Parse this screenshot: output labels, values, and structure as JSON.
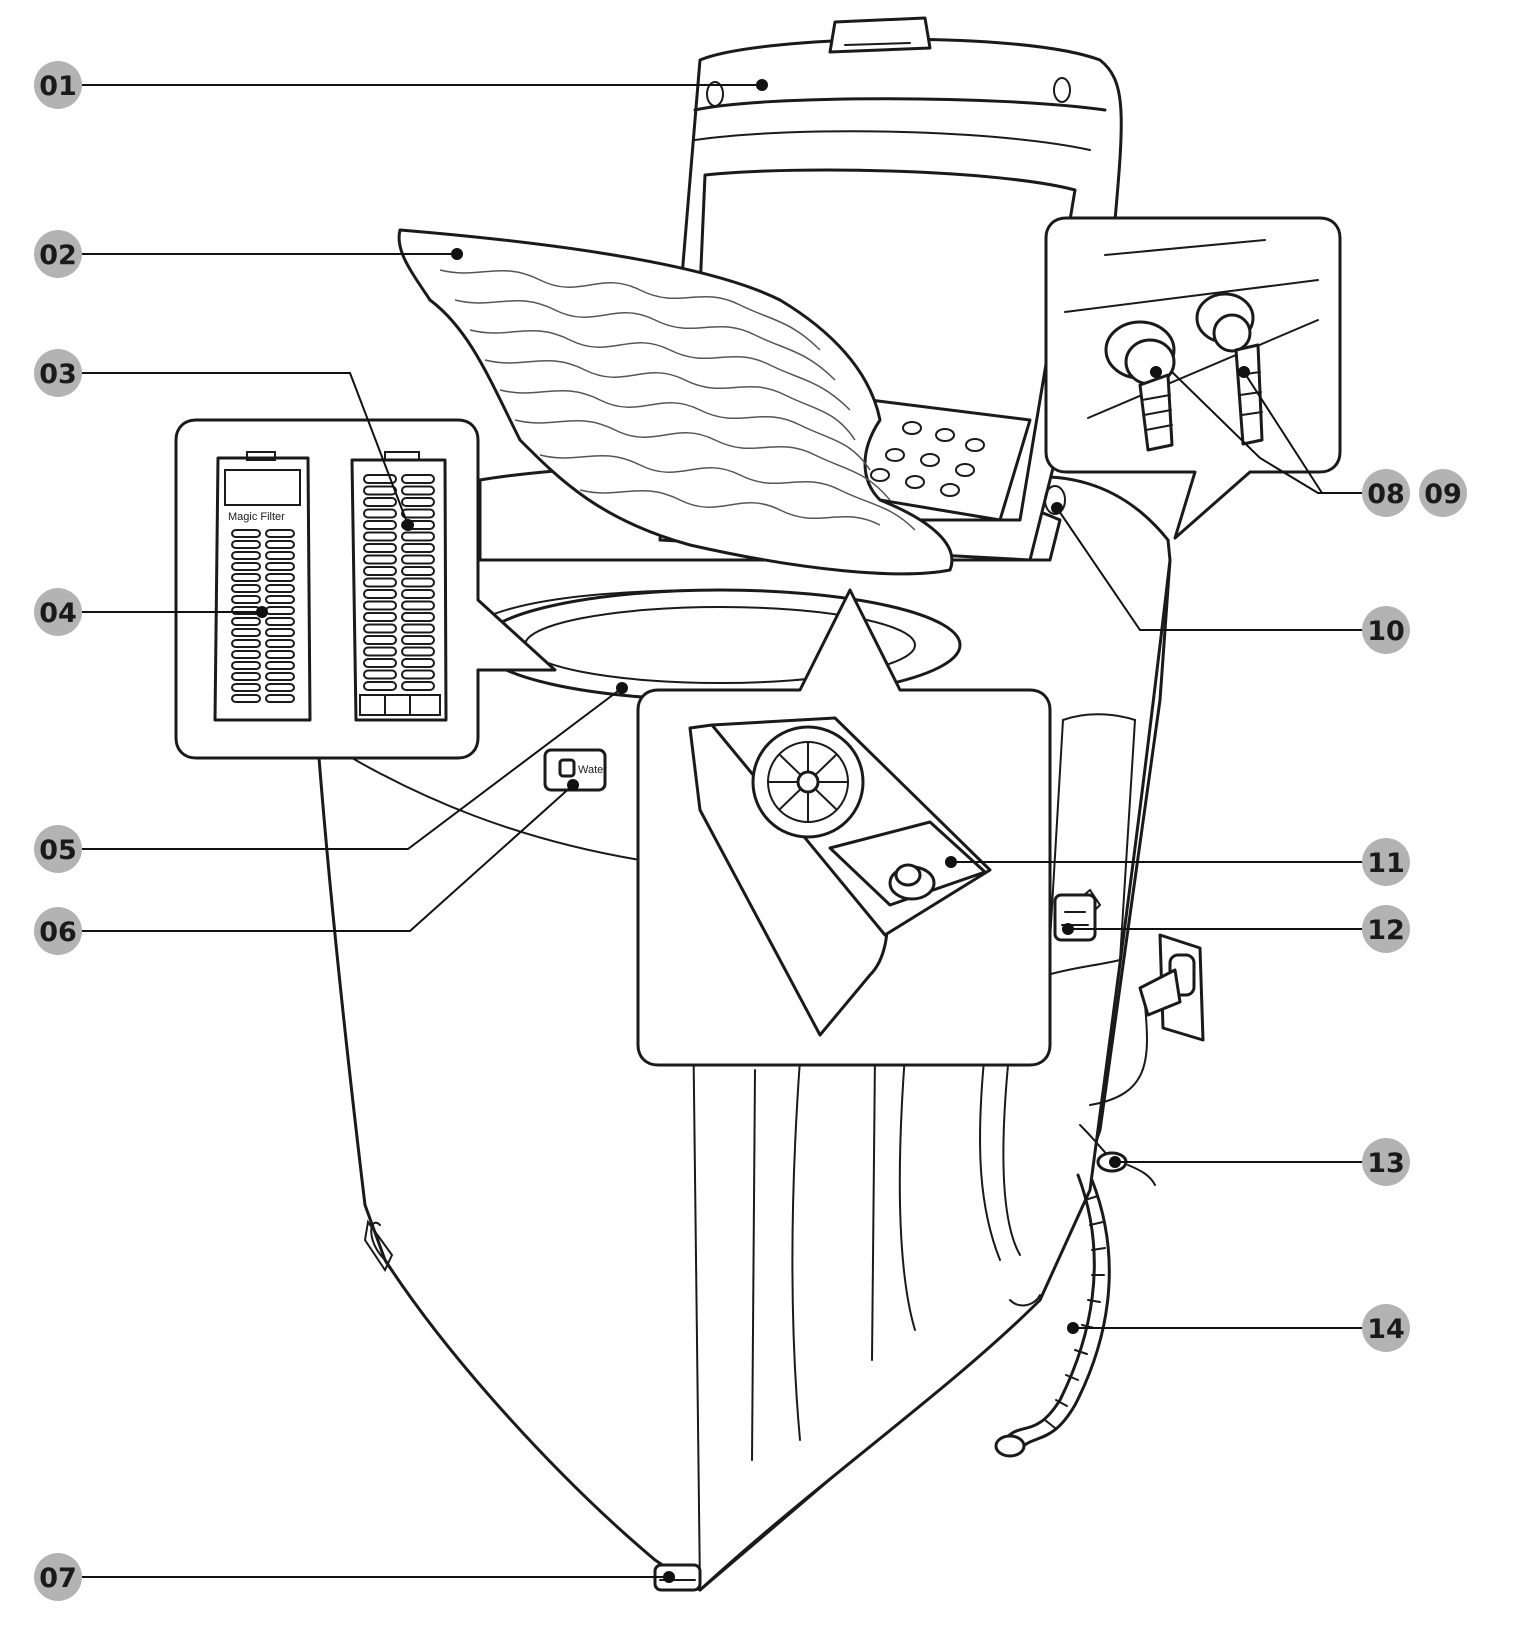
{
  "colors": {
    "badge": "#b3b3b3",
    "line": "#1a1a1a",
    "background": "#ffffff"
  },
  "filter_label": "Magic Filter",
  "callouts": [
    {
      "id": "01",
      "label": "01"
    },
    {
      "id": "02",
      "label": "02"
    },
    {
      "id": "03",
      "label": "03"
    },
    {
      "id": "04",
      "label": "04"
    },
    {
      "id": "05",
      "label": "05"
    },
    {
      "id": "06",
      "label": "06"
    },
    {
      "id": "07",
      "label": "07"
    },
    {
      "id": "08",
      "label": "08"
    },
    {
      "id": "09",
      "label": "09"
    },
    {
      "id": "10",
      "label": "10"
    },
    {
      "id": "11",
      "label": "11"
    },
    {
      "id": "12",
      "label": "12"
    },
    {
      "id": "13",
      "label": "13"
    },
    {
      "id": "14",
      "label": "14"
    }
  ]
}
